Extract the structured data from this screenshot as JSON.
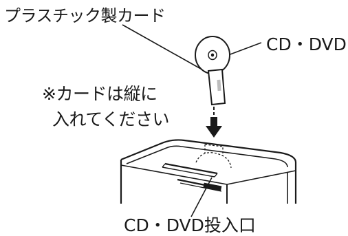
{
  "labels": {
    "card": "プラスチック製カード",
    "disc": "CD・DVD",
    "slot": "CD・DVD投入口",
    "note_line1": "※カードは縦に",
    "note_line2": "入れてください"
  },
  "icons": {
    "disc": "cd-dvd-disc-icon",
    "card": "plastic-card-icon",
    "arrow": "down-arrow-icon",
    "device": "shredder-device"
  },
  "colors": {
    "line": "#1a1a1a",
    "background": "#ffffff"
  }
}
